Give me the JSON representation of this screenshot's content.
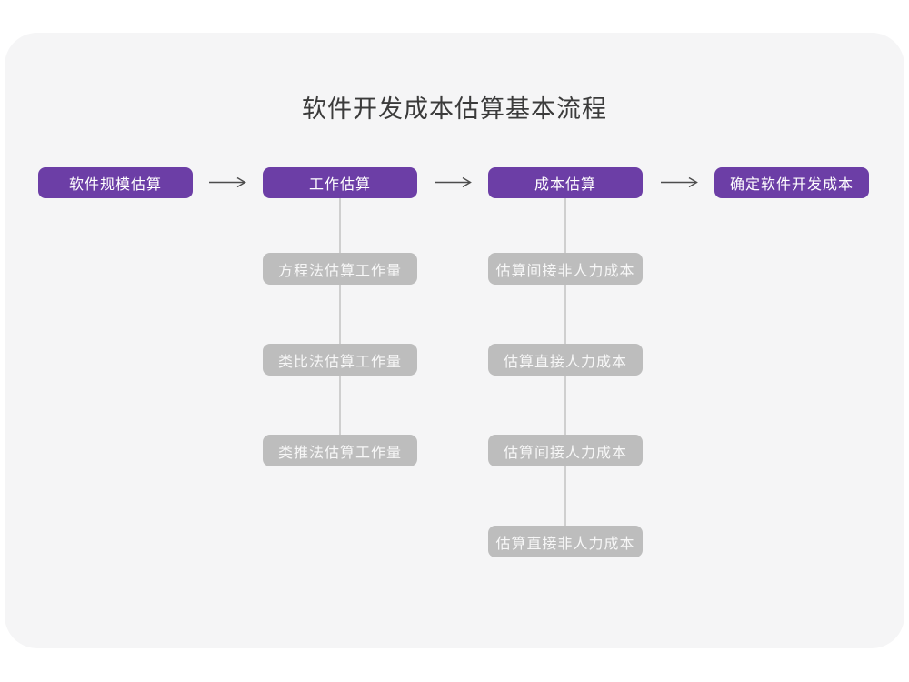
{
  "title": "软件开发成本估算基本流程",
  "colors": {
    "primary": "#6C3EA6",
    "sub_box": "#BDBDBD",
    "sub_text": "#F7F7F7",
    "card_bg": "#F5F5F6",
    "line": "#CFCFCF",
    "arrow": "#4D4D4D",
    "title_color": "#3B3B3B"
  },
  "flow": {
    "steps": [
      {
        "label": "软件规模估算"
      },
      {
        "label": "工作估算"
      },
      {
        "label": "成本估算"
      },
      {
        "label": "确定软件开发成本"
      }
    ]
  },
  "columns": [
    {
      "parent": "工作估算",
      "items": [
        {
          "label": "方程法估算工作量"
        },
        {
          "label": "类比法估算工作量"
        },
        {
          "label": "类推法估算工作量"
        }
      ]
    },
    {
      "parent": "成本估算",
      "items": [
        {
          "label": "估算间接非人力成本"
        },
        {
          "label": "估算直接人力成本"
        },
        {
          "label": "估算间接人力成本"
        },
        {
          "label": "估算直接非人力成本"
        }
      ]
    }
  ]
}
